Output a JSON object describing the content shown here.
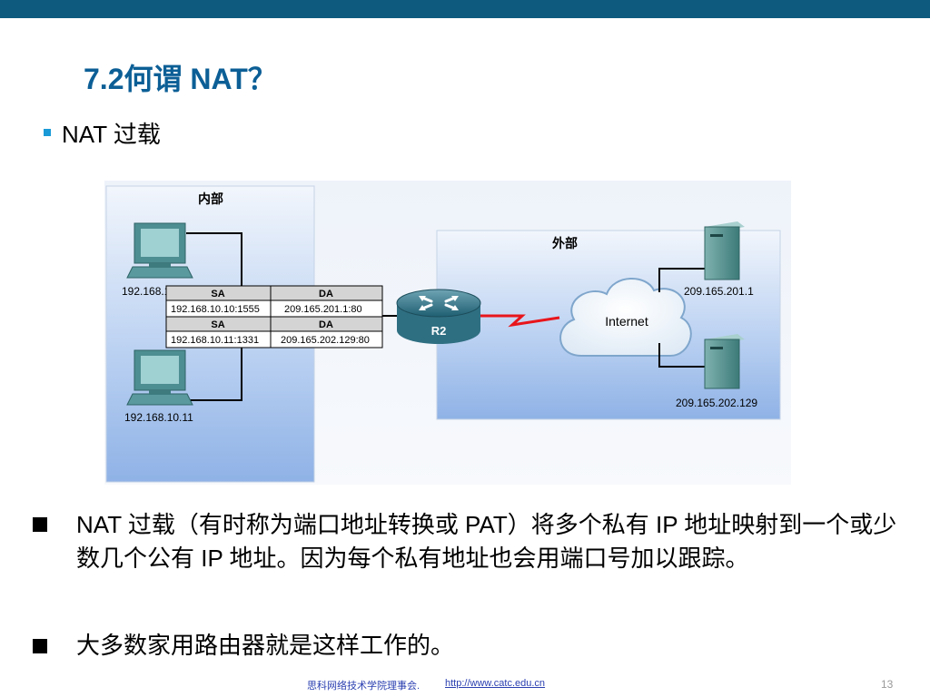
{
  "slide": {
    "title": "7.2何谓 NAT？",
    "subtitle": "NAT 过载",
    "bullets": [
      "NAT 过载（有时称为端口地址转换或 PAT）将多个私有 IP 地址映射到一个或少数几个公有 IP 地址。因为每个私有地址也会用端口号加以跟踪。",
      "大多数家用路由器就是这样工作的。"
    ],
    "footer_org": "思科网络技术学院理事会.",
    "footer_url": "http://www.catc.edu.cn",
    "page_number": "13"
  },
  "diagram": {
    "inside_label": "内部",
    "outside_label": "外部",
    "host1_ip": "192.168.10.10",
    "host2_ip": "192.168.10.11",
    "router_label": "R2",
    "cloud_label": "Internet",
    "server1_ip": "209.165.201.1",
    "server2_ip": "209.165.202.129",
    "table": {
      "sa_header": "SA",
      "da_header": "DA",
      "row1_sa": "192.168.10.10:1555",
      "row1_da": "209.165.201.1:80",
      "row2_sa": "192.168.10.11:1331",
      "row2_da": "209.165.202.129:80"
    }
  }
}
